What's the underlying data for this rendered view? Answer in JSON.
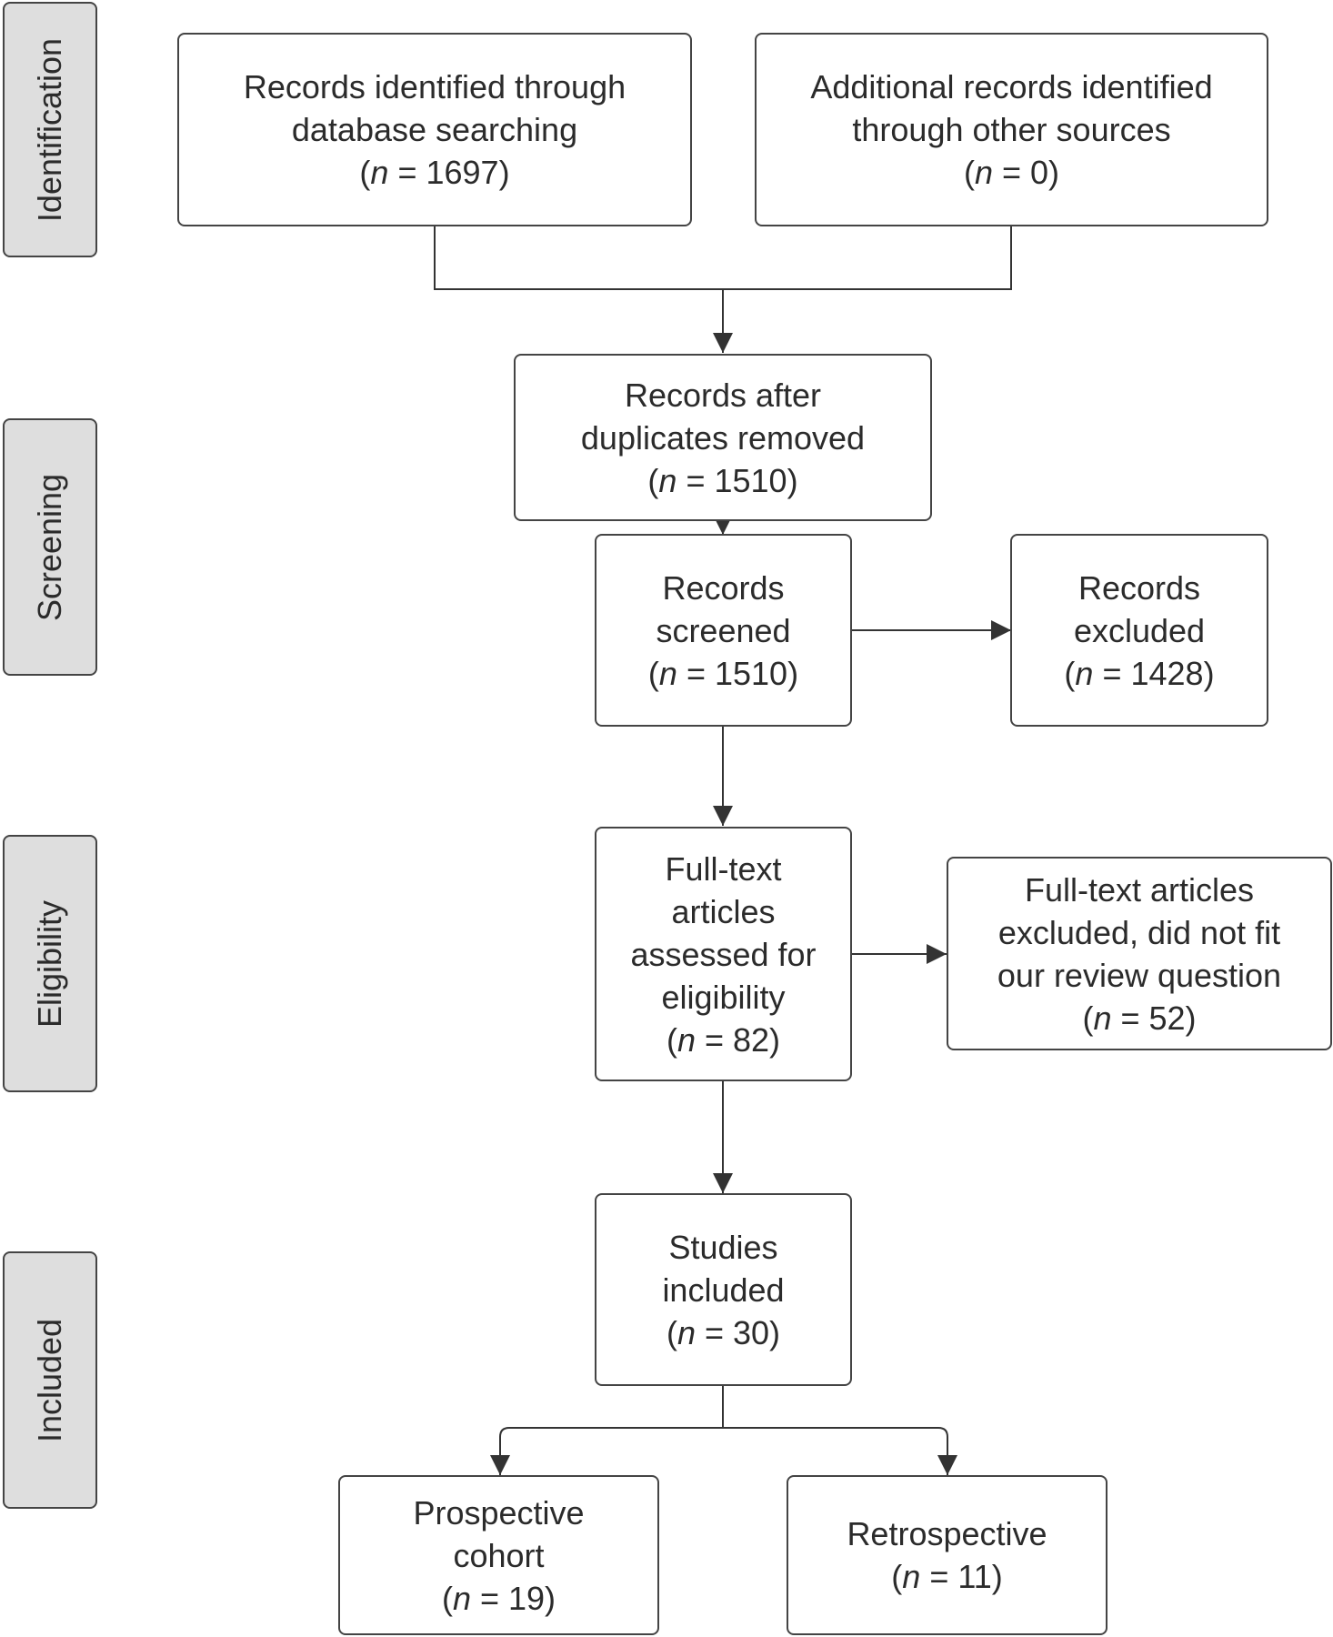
{
  "stages": {
    "identification": "Identification",
    "screening": "Screening",
    "eligibility": "Eligibility",
    "included": "Included"
  },
  "n_label": "n",
  "boxes": {
    "database": {
      "lines": [
        "Records identified through",
        "database searching"
      ],
      "n": "= 1697)"
    },
    "other_sources": {
      "lines": [
        "Additional records identified",
        "through other sources"
      ],
      "n": "= 0)"
    },
    "after_duplicates": {
      "lines": [
        "Records after",
        "duplicates removed"
      ],
      "n": "= 1510)"
    },
    "screened": {
      "lines": [
        "Records",
        "screened"
      ],
      "n": "= 1510)"
    },
    "excluded": {
      "lines": [
        "Records",
        "excluded"
      ],
      "n": "= 1428)"
    },
    "fulltext": {
      "lines": [
        "Full-text",
        "articles",
        "assessed for",
        "eligibility"
      ],
      "n": "= 82)"
    },
    "fulltext_excluded": {
      "lines": [
        "Full-text articles",
        "excluded, did not fit",
        "our review question"
      ],
      "n": "= 52)"
    },
    "included": {
      "lines": [
        "Studies",
        "included"
      ],
      "n": "= 30)"
    },
    "prospective": {
      "lines": [
        "Prospective",
        "cohort"
      ],
      "n": "= 19)"
    },
    "retrospective": {
      "lines": [
        "Retrospective"
      ],
      "n": "= 11)"
    }
  }
}
